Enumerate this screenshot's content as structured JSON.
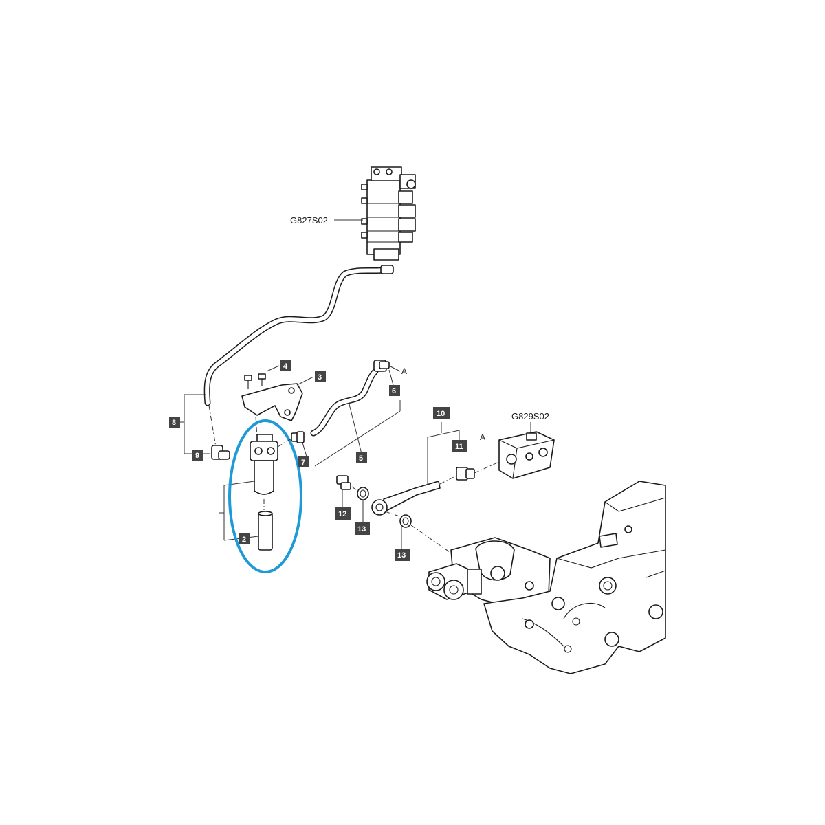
{
  "references": {
    "top_valve": "G827S02",
    "right_valve": "G829S02"
  },
  "connection_letter": "A",
  "callouts": {
    "c2": "2",
    "c3": "3",
    "c4": "4",
    "c5": "5",
    "c6": "6",
    "c7": "7",
    "c8": "8",
    "c9": "9",
    "c10": "10",
    "c11": "11",
    "c12": "12",
    "c13a": "13",
    "c13b": "13"
  },
  "highlight": {
    "color": "#1e9ad6",
    "target": "filter-assembly"
  }
}
